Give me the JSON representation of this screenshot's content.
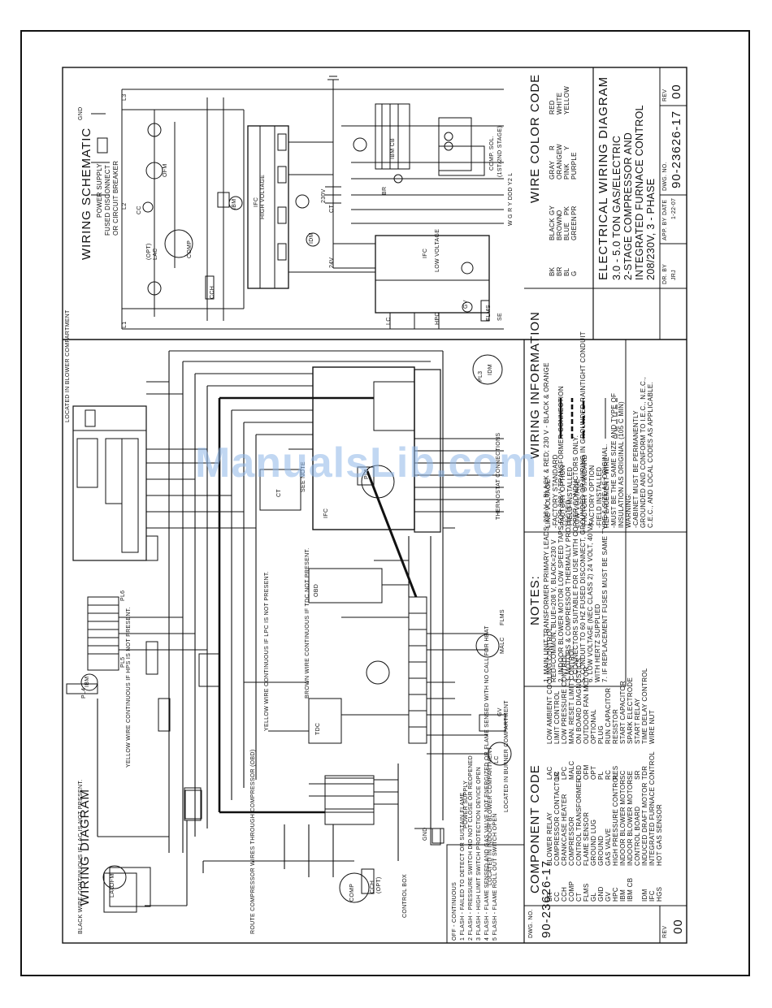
{
  "drawing": {
    "schematic_title": "WIRING SCHEMATIC",
    "diagram_title": "WIRING DIAGRAM",
    "main_title": "ELECTRICAL WIRING DIAGRAM",
    "subtitle_lines": [
      "3.0 - 5.0 TON GAS/ELECTRIC",
      "2-STAGE COMPRESSOR AND",
      "INTEGRATED FURNACE CONTROL",
      "208/230V, 3 - PHASE"
    ],
    "dwg_no": "90-23626-17",
    "rev": "00",
    "dwg_no_label": "DWG. NO.",
    "rev_label": "REV",
    "dr_by_label": "DR. BY",
    "dr_by": "JRJ",
    "app_by_label": "APP. BY",
    "date_label": "DATE",
    "date": "1-22-07",
    "watermark": "ManualsLib.com"
  },
  "schematic_labels": {
    "power_supply": "POWER SUPPLY",
    "fused_disconnect": "FUSED DISCONNECT",
    "or_circuit_breaker": "OR CIRCUIT BREAKER",
    "gnd": "GND",
    "l1": "L1",
    "l2": "L2",
    "l3": "L3",
    "ccd": "(CC)",
    "cc": "CC",
    "comp": "COMP",
    "ofm": "OFM",
    "lac": "LAC",
    "opt": "(OPT)",
    "cch": "CCH",
    "ibm": "IBM",
    "ifc": "IFC",
    "high_voltage": "HIGH VOLTAGE",
    "v230": "230V",
    "ct": "CT",
    "v24": "24V",
    "idm": "IDM",
    "ibm_cb": "IBM CB",
    "bra": "BR",
    "comp_sol": "COMP. SOL.",
    "stage": "(1ST/2ND STAGE)",
    "twr": "W G R Y DDD Y2 L",
    "low_voltage": "LOW VOLTAGE",
    "lc": "LC",
    "hpc": "HPC",
    "ifc_label": "IFC",
    "gv": "GV",
    "flms": "FLMS",
    "se": "SE"
  },
  "diagram_labels": {
    "located_blower": "LOCATED IN BLOWER COMPARTMENT",
    "located_indoor": "LOCATED IN INDOOR BLOWER COMPARTMENT",
    "located_burner": "LOCATED IN BURNER COMPARTMENT",
    "control_box": "CONTROL BOX",
    "power_supply": "POWER SUPPLY",
    "route_note": "ROUTE COMPRESSOR WIRES THROUGH COMPRESSOR (OBD)",
    "black_wire_note": "BLACK WIRE CONTINUOUS IF LAC IS NOT PRESENT.",
    "yellow_wire_note": "YELLOW WIRE CONTINUOUS IF HPS IS NOT PRESENT.",
    "yellow_wire_note2": "YELLOW WIRE CONTINUOUS IF LPC IS NOT PRESENT.",
    "brown_wire_note": "BROWN WIRE CONTINUOUS IF TDC NOT PRESENT.",
    "thermostat": "THERMOSTAT CONNECTIONS",
    "see_note": "SEE NOTE",
    "ifc": "IFC",
    "ct": "CT",
    "pl1": "PL1",
    "pl3": "PL3",
    "pl4": "PL4",
    "pl5": "PL5",
    "pl6": "PL6",
    "ibm": "IBM",
    "idm": "IDM",
    "comp": "COMP",
    "ofm": "OFM",
    "lac": "LAC",
    "gnd": "GND",
    "gv": "GV",
    "flms": "FLMS",
    "malc": "MALC",
    "lc": "LC",
    "cch": "CCH",
    "opt": "(OPT)",
    "obd": "OBD",
    "tdc": "TDC"
  },
  "ifc_status": {
    "title": "OFF - CONTINUOUS",
    "codes": [
      "1 FLASH - FAILED TO DETECT OR SUSTAIN FLAME",
      "2 FLASH - PRESSURE SWITCH DID NOT CLOSE OR REOPENED",
      "3 FLASH - HIGH LIMIT SWITCH PROTECTION DEVICE OPEN",
      "4 FLASH - FLAME SENSED AND GAS VALVE NOT ENERGIZED OR FLAME SENSED WITH NO CALL FOR HEAT",
      "5 FLASH - FLAME ROLL OUT SWITCH OPEN"
    ]
  },
  "component_code": {
    "title": "COMPONENT CODE",
    "left": [
      [
        "BR",
        "BLOWER RELAY"
      ],
      [
        "CC",
        "COMPRESSOR CONTACTOR"
      ],
      [
        "CCH",
        "CRANKCASE HEATER"
      ],
      [
        "COMP",
        "COMPRESSOR"
      ],
      [
        "CT",
        "CONTROL TRANSFORMER"
      ],
      [
        "FLMS",
        "FLAME SENSOR"
      ],
      [
        "GL",
        "GROUND LUG"
      ],
      [
        "GND",
        "GROUND"
      ],
      [
        "GV",
        "GAS VALVE"
      ],
      [
        "HPC",
        "HIGH PRESSURE CONTROL"
      ],
      [
        "IBM",
        "INDOOR BLOWER MOTOR"
      ],
      [
        "IBM CB",
        "INDOOR BLOWER MOTOR"
      ],
      [
        "",
        "CONTROL BOARD"
      ],
      [
        "IDM",
        "INDUCED DRAFT MOTOR"
      ],
      [
        "IFC",
        "INTEGRATED FURNACE CONTROL"
      ],
      [
        "HGS",
        "HOT GAS SENSOR"
      ]
    ],
    "right": [
      [
        "LAC",
        "LOW AMBIENT COOLING CONTROL"
      ],
      [
        "LC",
        "LIMIT CONTROL"
      ],
      [
        "LPC",
        "LOW PRESSURE CONTROL"
      ],
      [
        "MALC",
        "MAN. RESET LIMIT CONTROL"
      ],
      [
        "OBD",
        "ON BOARD DIAGNOSTICS"
      ],
      [
        "OFM",
        "OUTDOOR FAN MOTOR"
      ],
      [
        "OPT",
        "OPTIONAL"
      ],
      [
        "PL",
        "PLUG"
      ],
      [
        "RC",
        "RUN CAPACITOR"
      ],
      [
        "RES",
        "RESISTOR"
      ],
      [
        "SC",
        "START CAPACITOR"
      ],
      [
        "SE",
        "SPARK ELECTRODE"
      ],
      [
        "SR",
        "START RELAY"
      ],
      [
        "TDR",
        "TIME DELAY CONTROL"
      ],
      [
        "",
        "WIRE NUT"
      ]
    ]
  },
  "notes": {
    "title": "NOTES:",
    "items": [
      "1. MAIN UNIT TRANSFORMER PRIMARY LEADS: 208 V - BLACK & RED; 230 V - BLACK & ORANGE",
      "   RED=COMMON, BLUE=208 V, BLACK=230 V",
      "2. INDOOR BLOWER MOTOR LOW SPEED TAPS FOR 208 V TRANSFORMER CONNECTION",
      "3. MOTORS & COMPRESSOR THERMALLY PROTECTED",
      "4. CONNECTORS SUITABLE FOR USE WITH COPPER CONDUCTORS ONLY.",
      "5. CONDUIT TO 60 HZ FUSED DISCONNECT, GROUNDED OR WIRING IN GROUNDED RAINTIGHT CONDUIT",
      "6. LOW VOLTAGE (NEC CLASS 2) 24 VOLT, 40 VA.",
      "   WITH HERTZ SUPPLIED",
      "7. IF REPLACEMENT FUSES MUST BE SAME TYPE & SIZE AS ORIGINAL."
    ]
  },
  "wiring_information": {
    "title": "WIRING INFORMATION",
    "line_voltage": "LINE VOLTAGE",
    "lv_items": [
      "-FACTORY STANDARD",
      "-FACTORY OPTION",
      "-FIELD INSTALLED"
    ],
    "low_voltage": "LOW VOLTAGE",
    "low_items": [
      "-FACTORY STANDARD",
      "-FACTORY OPTION",
      "-FIELD INSTALLED"
    ],
    "replacement": [
      "REPLACEMENT WIRE",
      "-MUST BE THE SAME SIZE AND TYPE OF",
      "INSULATION AS ORIGINAL (105 C MIN)"
    ],
    "warning": [
      "WARNING:",
      "-CABINET MUST BE PERMANENTLY",
      "GROUNDED AND CONFORM TO I.E.C., N.E.C.,",
      "C.E.C., AND LOCAL CODES AS APPLICABLE."
    ]
  },
  "wire_color_code": {
    "title": "WIRE COLOR CODE",
    "col1": [
      [
        "BK",
        "BLACK"
      ],
      [
        "BR",
        "BROWN"
      ],
      [
        "BL",
        "BLUE"
      ],
      [
        "G",
        "GREEN"
      ]
    ],
    "col2": [
      [
        "GY",
        "GRAY"
      ],
      [
        "O",
        "ORANGE"
      ],
      [
        "PK",
        "PINK"
      ],
      [
        "PR",
        "PURPLE"
      ]
    ],
    "col3": [
      [
        "R",
        "RED"
      ],
      [
        "W",
        "WHITE"
      ],
      [
        "Y",
        "YELLOW"
      ]
    ]
  },
  "colors": {
    "ink": "#111111",
    "paper": "#ffffff",
    "watermark": "#8fb7e8"
  }
}
